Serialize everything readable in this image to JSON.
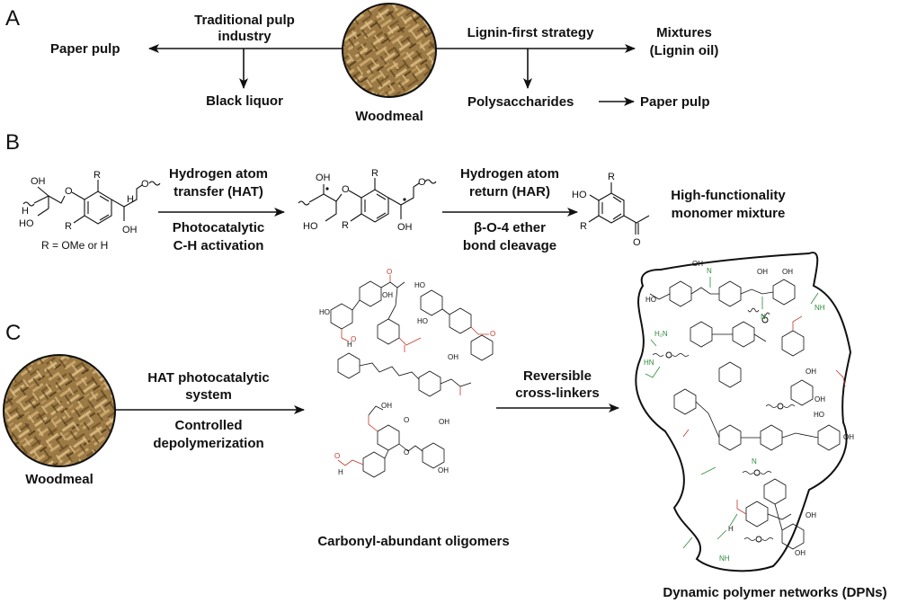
{
  "panels": {
    "a": {
      "label": "A",
      "center": "Woodmeal",
      "left_branch": {
        "title_line1": "Traditional pulp",
        "title_line2": "industry",
        "main_product": "Paper pulp",
        "side_product": "Black liquor"
      },
      "right_branch": {
        "title": "Lignin-first strategy",
        "main_product_line1": "Mixtures",
        "main_product_line2": "(Lignin oil)",
        "side_product": "Polysaccharides",
        "side_product_next": "Paper pulp"
      }
    },
    "b": {
      "label": "B",
      "r_definition": "R = OMe or H",
      "step1_above_line1": "Hydrogen atom",
      "step1_above_line2": "transfer (HAT)",
      "step1_below_line1": "Photocatalytic",
      "step1_below_line2": "C-H activation",
      "step2_above_line1": "Hydrogen atom",
      "step2_above_line2": "return (HAR)",
      "step2_below_line1": "β-O-4 ether",
      "step2_below_line2": "bond cleavage",
      "product_line1": "High-functionality",
      "product_line2": "monomer mixture",
      "atoms": {
        "oh": "OH",
        "ho": "HO",
        "o": "O",
        "h": "H",
        "r": "R"
      }
    },
    "c": {
      "label": "C",
      "start": "Woodmeal",
      "step1_above_line1": "HAT photocatalytic",
      "step1_above_line2": "system",
      "step1_below_line1": "Controlled",
      "step1_below_line2": "depolymerization",
      "intermediate": "Carbonyl-abundant oligomers",
      "step2_line1": "Reversible",
      "step2_line2": "cross-linkers",
      "product": "Dynamic polymer networks (DPNs)",
      "atoms": {
        "oh": "OH",
        "ho": "HO",
        "o": "O",
        "h": "H",
        "n": "N",
        "nh": "NH",
        "h2n": "H₂N",
        "hn": "HN"
      }
    }
  },
  "colors": {
    "carbonyl": "#c0392b",
    "imine": "#2e8b3a",
    "woodmeal": "#a07a40",
    "woodmeal_dark": "#6b4e22"
  }
}
